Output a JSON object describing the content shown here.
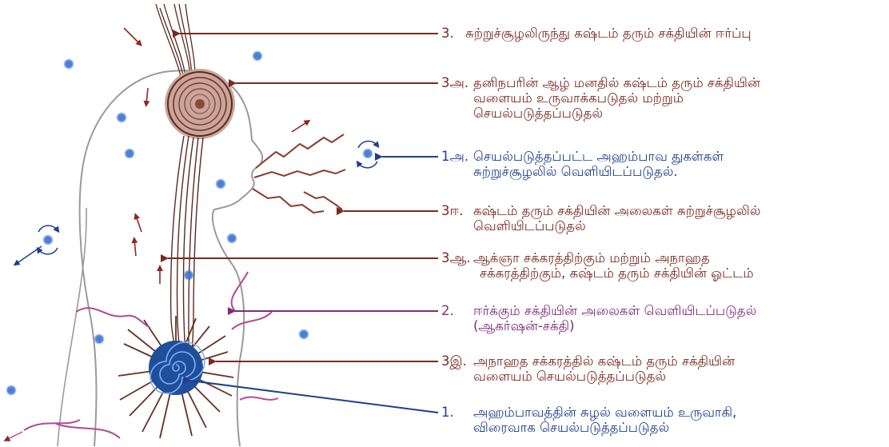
{
  "colors": {
    "maroon": "#7a2a22",
    "blue": "#1f3f8a",
    "magenta": "#7a2f78",
    "body_outline": "#9a9a9a",
    "wave_magenta": "#b04a9a",
    "spiral_blue": "#2a5aa8",
    "dot_blue": "#2a66c8",
    "hair_brown": "#5a2a1e"
  },
  "labels": [
    {
      "id": "3",
      "num": "3.",
      "lines": [
        "சுற்றுச்சூழலிருந்து கஷ்டம் தரும் சக்தியின் ஈர்ப்பு"
      ],
      "color": "maroon"
    },
    {
      "id": "3a",
      "num": "3அ.",
      "lines": [
        "தனிநபரின் ஆழ் மனதில் கஷ்டம் தரும் சக்தியின்",
        "வளையம் உருவாக்கபடுதல் மற்றும்",
        "செயல்படுத்தப்படுதல்"
      ],
      "color": "maroon"
    },
    {
      "id": "1a",
      "num": "1அ.",
      "lines": [
        "செயல்படுத்தப்பட்ட அஹம்பாவ துகள்கள்",
        "சுற்றுச்சூழலில் வெளியிடப்படுதல்."
      ],
      "color": "blue"
    },
    {
      "id": "3ee",
      "num": "3ஈ.",
      "lines": [
        "கஷ்டம் தரும் சக்தியின் அலைகள் சுற்றுச்சூழலில்",
        "வெளியிடப்படுதல்"
      ],
      "color": "maroon"
    },
    {
      "id": "3aa",
      "num": "3ஆ.",
      "lines": [
        "ஆக்ஞா சக்கரத்திற்கும் மற்றும் அநாஹத",
        "சக்கரத்திற்கும், கஷ்டம் தரும் சக்தியின் ஓட்டம்"
      ],
      "color": "maroon"
    },
    {
      "id": "2",
      "num": "2.",
      "lines": [
        "ஈர்க்கும் சக்தியின் அலைகள் வெளியிடப்படுதல்",
        "(ஆகர்ஷன்-சக்தி)"
      ],
      "color": "magenta"
    },
    {
      "id": "3i",
      "num": "3இ.",
      "lines": [
        "அநாஹத சக்கரத்தில் கஷ்டம் தரும் சக்தியின்",
        "வளையம் செயல்படுத்தப்படுதல்"
      ],
      "color": "maroon"
    },
    {
      "id": "1",
      "num": "1.",
      "lines": [
        "அஹம்பாவத்தின் சுழல் வளையம் உருவாகி,",
        "விரைவாக செயல்படுத்தப்படுதல்"
      ],
      "color": "blue"
    }
  ]
}
